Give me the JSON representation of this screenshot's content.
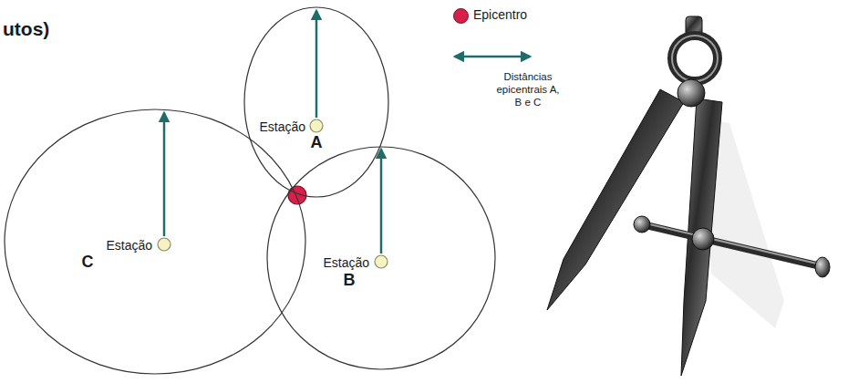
{
  "diagram": {
    "nodes": [
      {
        "text": [
          "Estação",
          "A"
        ]
      },
      {
        "text": [
          "Estação",
          "C"
        ]
      },
      {
        "text": [
          "Estação",
          "B"
        ]
      }
    ],
    "labels": [
      "utos)"
    ],
    "legend": [
      {
        "text": "Epicentro",
        "color": "#d6204a"
      },
      {
        "text": "Distâncias epicentrais A, B e C"
      }
    ]
  }
}
